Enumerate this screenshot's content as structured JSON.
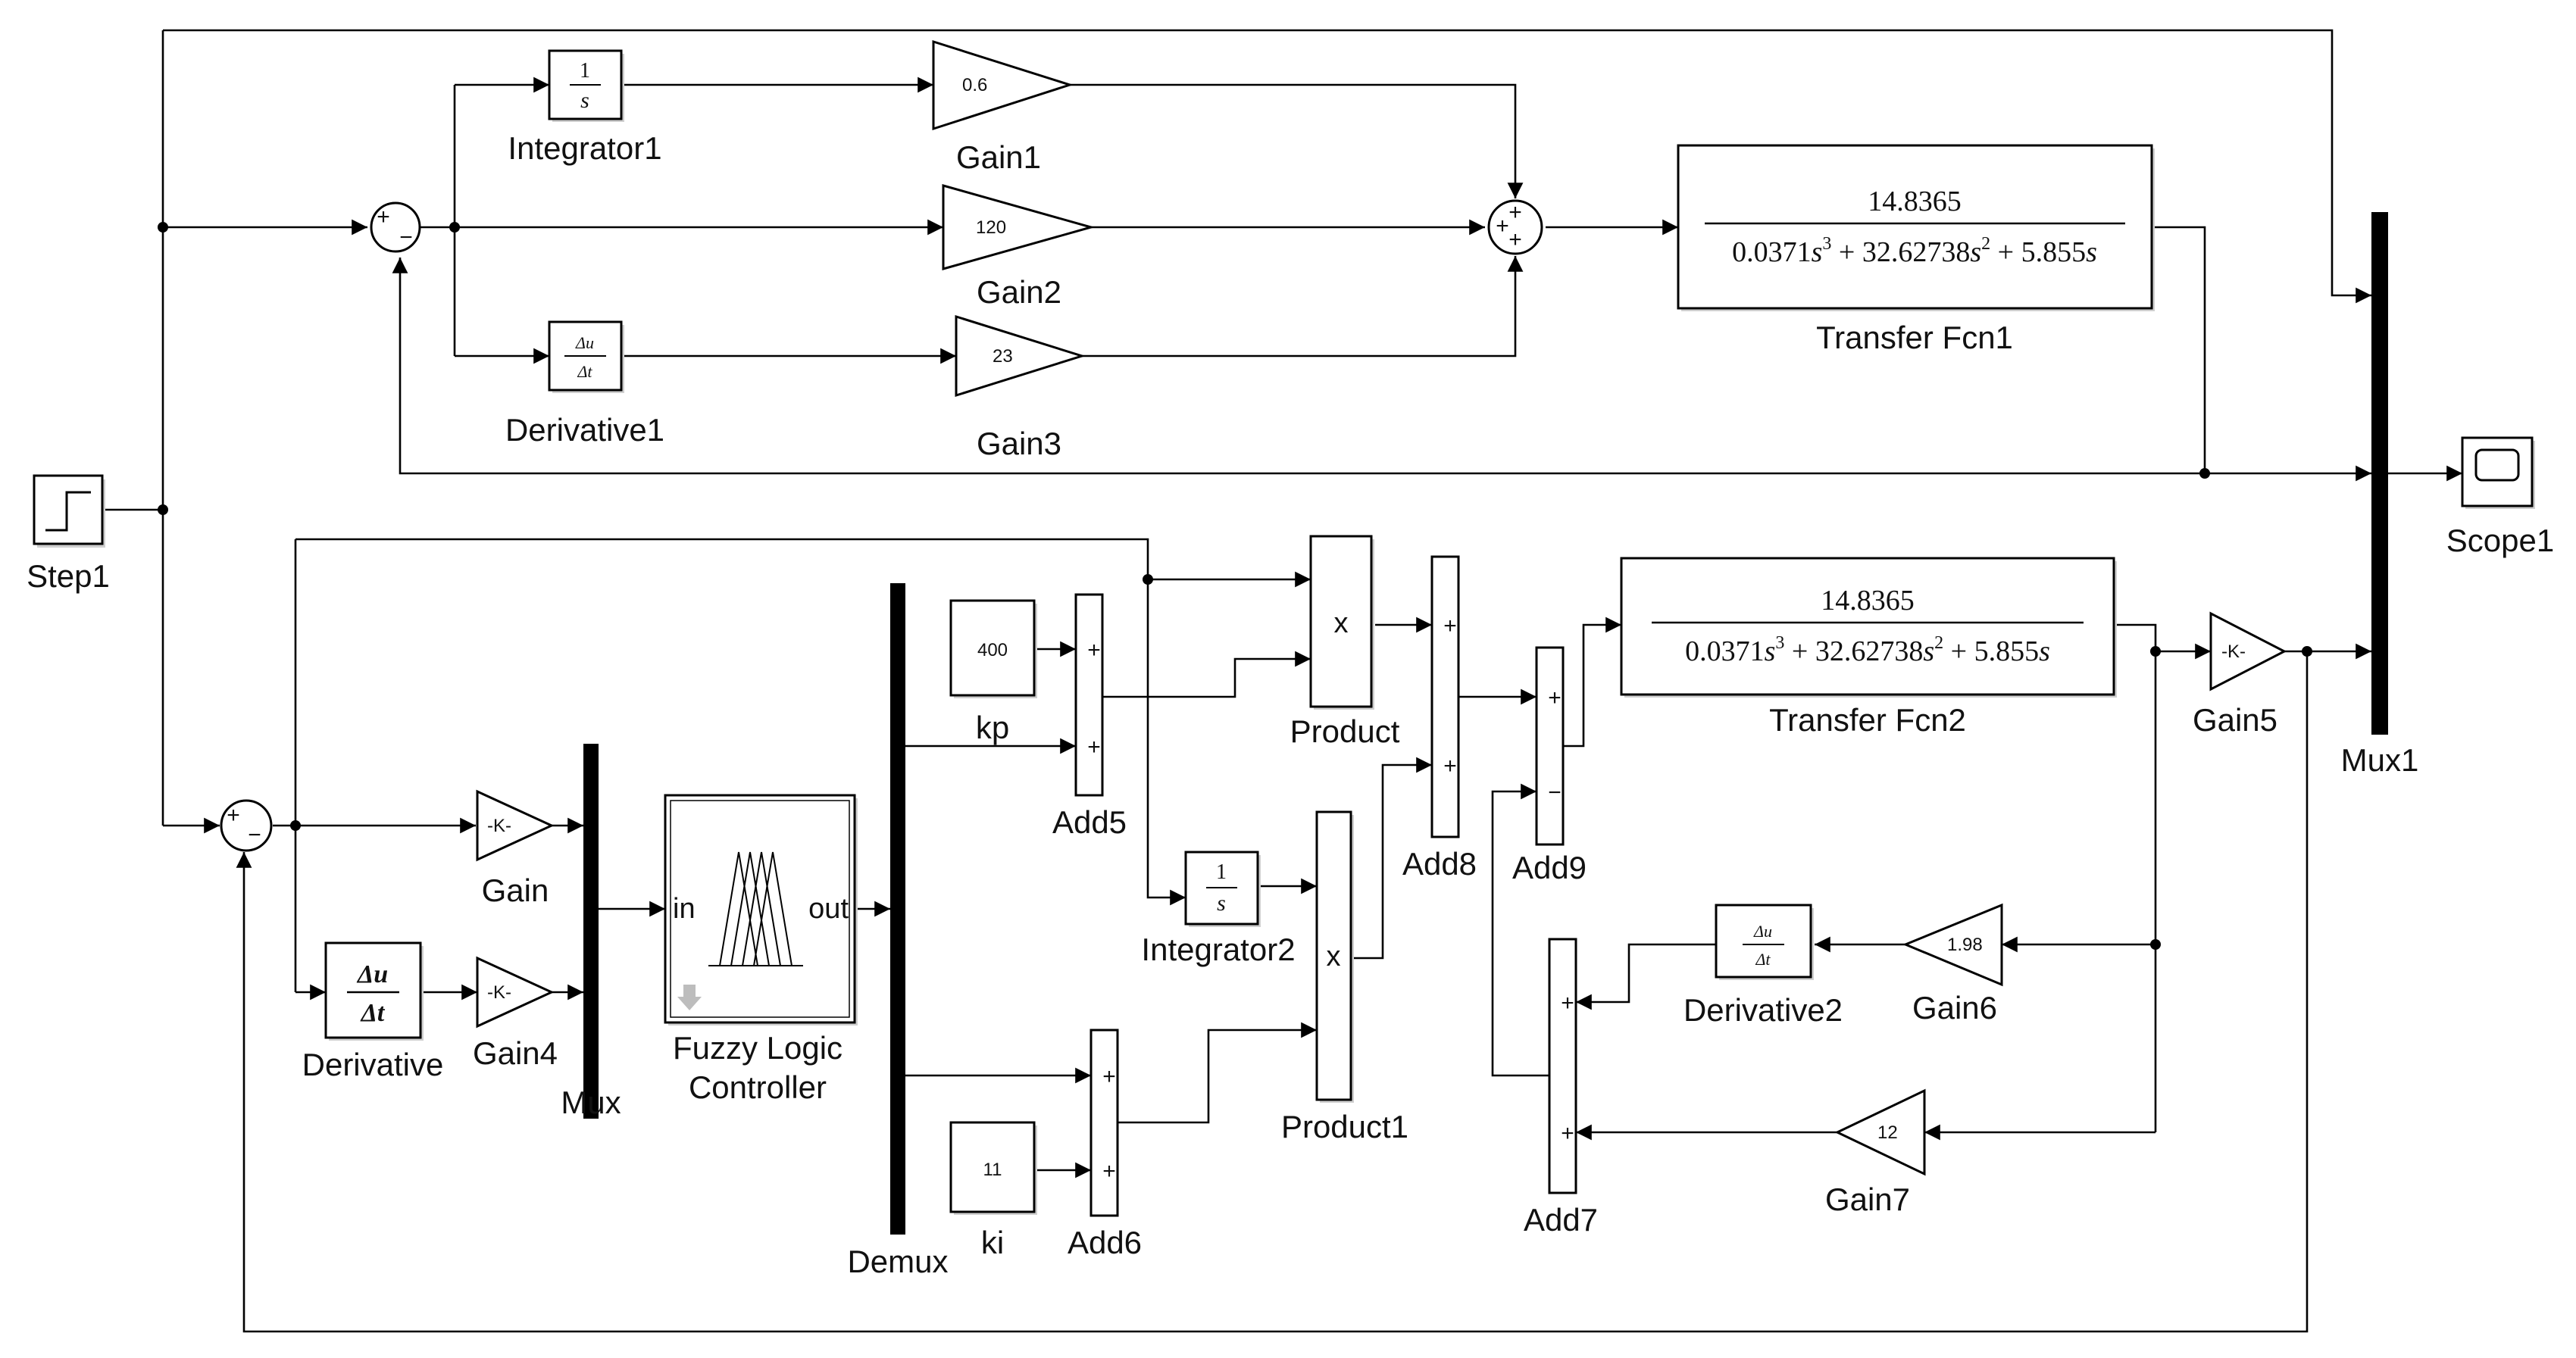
{
  "blocks": {
    "step1": "Step1",
    "integrator1": "Integrator1",
    "integrator2": "Integrator2",
    "derivative": "Derivative",
    "derivative1": "Derivative1",
    "derivative2": "Derivative2",
    "gain": "Gain",
    "gain1": "Gain1",
    "gain2": "Gain2",
    "gain3": "Gain3",
    "gain4": "Gain4",
    "gain5": "Gain5",
    "gain6": "Gain6",
    "gain7": "Gain7",
    "transfer_fcn1": "Transfer Fcn1",
    "transfer_fcn2": "Transfer Fcn2",
    "scope1": "Scope1",
    "mux": "Mux",
    "mux1": "Mux1",
    "demux": "Demux",
    "fuzzy_line1": "Fuzzy Logic",
    "fuzzy_line2": "Controller",
    "kp": "kp",
    "ki": "ki",
    "add5": "Add5",
    "add6": "Add6",
    "add7": "Add7",
    "add8": "Add8",
    "add9": "Add9",
    "product": "Product",
    "product1": "Product1"
  },
  "values": {
    "gain1": "0.6",
    "gain2": "120",
    "gain3": "23",
    "gain_k": "-K-",
    "gain4_k": "-K-",
    "gain5_k": "-K-",
    "gain6": "1.98",
    "gain7": "12",
    "kp": "400",
    "ki": "11"
  },
  "ports": {
    "fuzzy_in": "in",
    "fuzzy_out": "out",
    "product_op": "x",
    "product1_op": "x"
  },
  "transfer": {
    "numerator": "14.8365",
    "den_a": "0.0371",
    "den_b": " + 32.62738",
    "den_c": " + 5.855",
    "var": "s",
    "exp3": "3",
    "exp2": "2"
  },
  "symbols": {
    "one": "1",
    "s": "s",
    "du": "Δu",
    "dt": "Δt",
    "plus": "+",
    "minus": "−"
  },
  "icons": [
    "step-icon",
    "scope-icon",
    "fuzzy-membership-icon",
    "arrow-down-icon"
  ]
}
